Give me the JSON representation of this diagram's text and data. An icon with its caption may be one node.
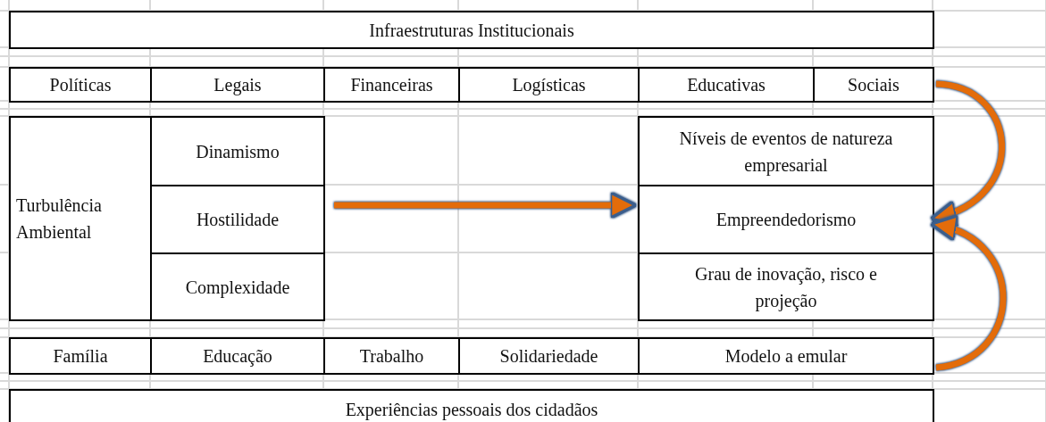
{
  "diagram": {
    "nodes": [
      {
        "text": [
          "Infraestruturas Institucionais"
        ]
      },
      {
        "text": [
          "Políticas"
        ]
      },
      {
        "text": [
          "Legais"
        ]
      },
      {
        "text": [
          "Financeiras"
        ]
      },
      {
        "text": [
          "Logísticas"
        ]
      },
      {
        "text": [
          "Educativas"
        ]
      },
      {
        "text": [
          "Sociais"
        ]
      },
      {
        "text": [
          "Turbulência Ambiental"
        ]
      },
      {
        "text": [
          "Dinamismo"
        ]
      },
      {
        "text": [
          "Níveis de eventos de natureza empresarial"
        ]
      },
      {
        "text": [
          "Hostilidade"
        ]
      },
      {
        "text": [
          "Empreendedorismo"
        ]
      },
      {
        "text": [
          "Complexidade"
        ]
      },
      {
        "text": [
          "Grau de inovação, risco e projeção"
        ]
      },
      {
        "text": [
          "Família"
        ]
      },
      {
        "text": [
          "Educação"
        ]
      },
      {
        "text": [
          "Trabalho"
        ]
      },
      {
        "text": [
          "Solidariedade"
        ]
      },
      {
        "text": [
          "Modelo a emular"
        ]
      },
      {
        "text": [
          "Experiências pessoais dos cidadãos"
        ]
      }
    ],
    "edges": [
      {
        "from": 6,
        "to": 11,
        "arrow": "to"
      },
      {
        "from": 10,
        "to": 11,
        "arrow": "to"
      },
      {
        "from": 18,
        "to": 11,
        "arrow": "to"
      }
    ]
  }
}
